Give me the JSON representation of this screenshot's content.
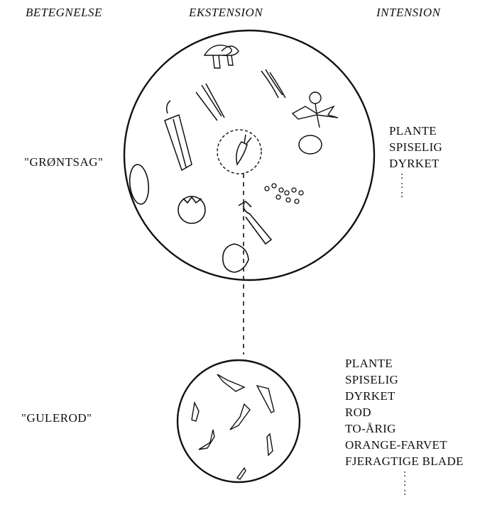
{
  "headers": {
    "designation": "BETEGNELSE",
    "extension": "EKSTENSION",
    "intension": "INTENSION"
  },
  "vegetable": {
    "term": "\"GRØNTSAG\"",
    "properties": [
      "PLANTE",
      "SPISELIG",
      "DYRKET"
    ],
    "continuation": ":"
  },
  "carrot": {
    "term": "\"GULEROD\"",
    "properties": [
      "PLANTE",
      "SPISELIG",
      "DYRKET",
      "ROD",
      "TO-ÅRIG",
      "ORANGE-FARVET",
      "FJERAGTIGE BLADE"
    ],
    "continuation": ":"
  }
}
